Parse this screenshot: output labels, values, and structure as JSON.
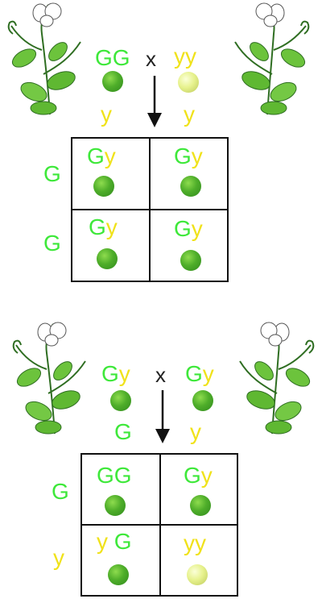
{
  "colors": {
    "dominant": "#3ee83a",
    "recessive": "#f0e21a",
    "green_pea": "#4fae2a",
    "yellow_pea": "#e7f28e"
  },
  "top": {
    "parent_left": {
      "alleles": [
        "G",
        "G"
      ]
    },
    "cross_symbol": "x",
    "parent_right": {
      "alleles": [
        "y",
        "y"
      ]
    },
    "gamete_left": "y",
    "gamete_right": "y",
    "row_labels": [
      "G",
      "G"
    ],
    "cells": [
      {
        "alleles": [
          "G",
          "y"
        ],
        "pea": "green"
      },
      {
        "alleles": [
          "G",
          "y"
        ],
        "pea": "green"
      },
      {
        "alleles": [
          "G",
          "y"
        ],
        "pea": "green"
      },
      {
        "alleles": [
          "G",
          "y"
        ],
        "pea": "green"
      }
    ]
  },
  "bottom": {
    "parent_left": {
      "alleles": [
        "G",
        "y"
      ]
    },
    "cross_symbol": "x",
    "parent_right": {
      "alleles": [
        "G",
        "y"
      ]
    },
    "gamete_left": "G",
    "gamete_right": "y",
    "row_labels": [
      "G",
      "y"
    ],
    "cells": [
      {
        "alleles": [
          "G",
          "G"
        ],
        "pea": "green"
      },
      {
        "alleles": [
          "G",
          "y"
        ],
        "pea": "green"
      },
      {
        "alleles": [
          "y",
          "G"
        ],
        "pea": "green"
      },
      {
        "alleles": [
          "y",
          "y"
        ],
        "pea": "yellow"
      }
    ]
  }
}
